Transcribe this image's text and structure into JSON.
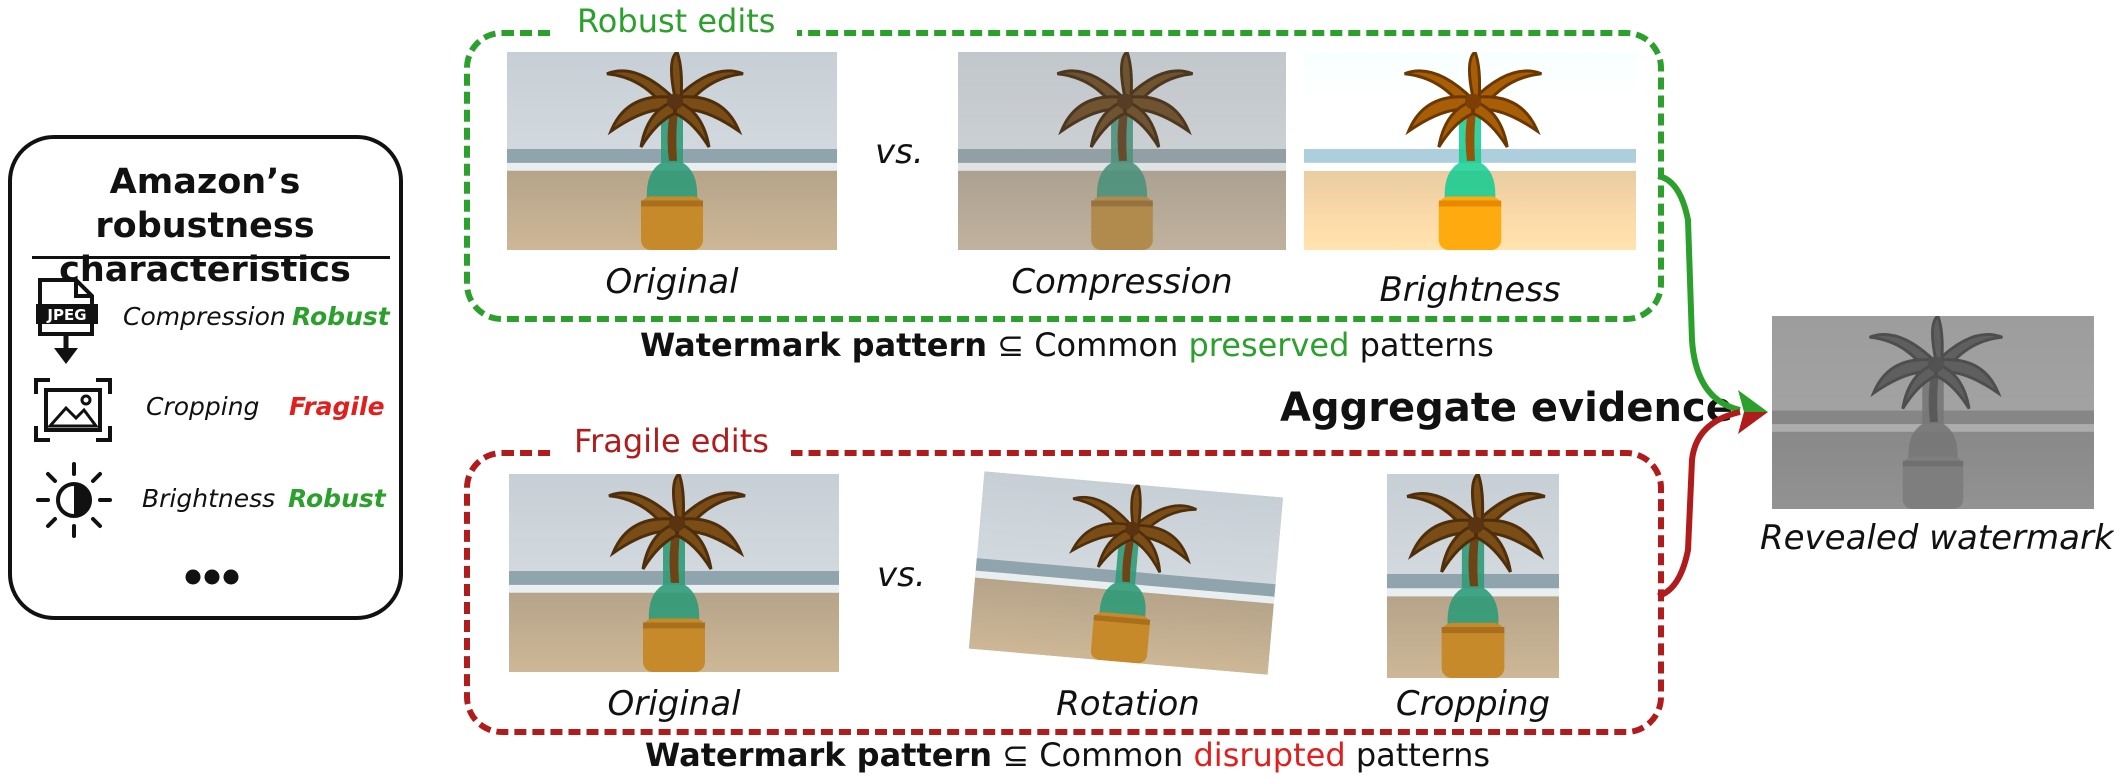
{
  "characteristics_panel": {
    "title_line1": "Amazon’s robustness",
    "title_line2": "characteristics",
    "rows": [
      {
        "label": "Compression",
        "status": "Robust",
        "status_color": "#2ca02c",
        "icon": "jpeg-file-icon",
        "icon_text": "JPEG"
      },
      {
        "label": "Cropping",
        "status": "Fragile",
        "status_color": "#e0201c",
        "icon": "crop-image-icon"
      },
      {
        "label": "Brightness",
        "status": "Robust",
        "status_color": "#2ca02c",
        "icon": "brightness-icon"
      }
    ],
    "more_icon": "ellipsis-icon"
  },
  "robust_group": {
    "title": "Robust edits",
    "color": "#2ca02c",
    "vs": "vs.",
    "tiles": [
      {
        "caption": "Original"
      },
      {
        "caption": "Compression"
      },
      {
        "caption": "Brightness"
      }
    ],
    "formula": {
      "bold": "Watermark pattern",
      "symbol": "⊆",
      "pre": "Common",
      "highlight": "preserved",
      "post": "patterns"
    }
  },
  "fragile_group": {
    "title": "Fragile edits",
    "color": "#b01c1c",
    "vs": "vs.",
    "tiles": [
      {
        "caption": "Original"
      },
      {
        "caption": "Rotation"
      },
      {
        "caption": "Cropping"
      }
    ],
    "formula": {
      "bold": "Watermark pattern",
      "symbol": "⊆",
      "pre": "Common",
      "highlight": "disrupted",
      "post": "patterns"
    }
  },
  "aggregate_label": "Aggregate evidence",
  "result": {
    "caption": "Revealed watermark"
  },
  "colors": {
    "robust": "#2ca02c",
    "fragile": "#b01c1c",
    "fragile_text": "#e0201c",
    "ink": "#111111"
  }
}
